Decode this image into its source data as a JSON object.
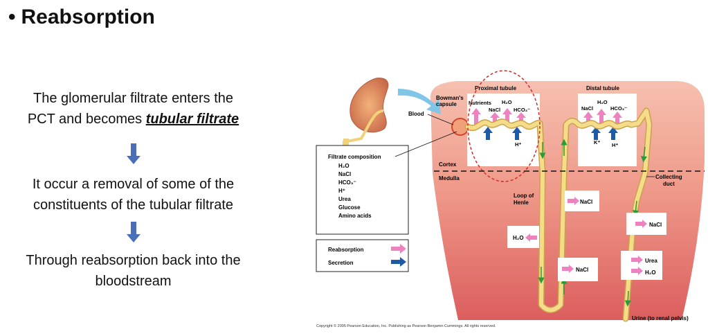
{
  "slide": {
    "title": "Reabsorption",
    "text1_line1": "The glomerular filtrate enters the",
    "text1_line2_prefix": "PCT and becomes ",
    "text1_emph": "tubular filtrate",
    "text2_line1": "It occur a removal of some of the",
    "text2_line2": "constituents of the tubular filtrate",
    "text3_line1": "Through reabsorption back into the",
    "text3_line2": "bloodstream"
  },
  "diagram": {
    "bowmans_capsule": "Bowman's",
    "bowmans_capsule_2": "capsule",
    "blood": "Blood",
    "proximal_tubule": "Proximal tubule",
    "distal_tubule": "Distal tubule",
    "cortex": "Cortex",
    "medulla": "Medulla",
    "loop_of_henle_1": "Loop of",
    "loop_of_henle_2": "Henle",
    "collecting_duct_1": "Collecting",
    "collecting_duct_2": "duct",
    "urine": "Urine (to renal pelvis)",
    "copyright": "Copyright © 2005 Pearson Education, Inc. Publishing as Pearson Benjamin Cummings. All rights reserved.",
    "pct_labels": {
      "nutrients": "Nutrients",
      "h2o": "H₂O",
      "nacl": "NaCl",
      "hco3": "HCO₃⁻",
      "h": "H⁺"
    },
    "dct_labels": {
      "nacl": "NaCl",
      "h2o": "H₂O",
      "hco3": "HCO₃⁻",
      "k": "K⁺",
      "h": "H⁺"
    },
    "filtrate_title": "Filtrate composition",
    "filtrate_items": [
      "H₂O",
      "NaCl",
      "HCO₃⁻",
      "H⁺",
      "Urea",
      "Glucose",
      "Amino acids"
    ],
    "legend": {
      "reabsorption": "Reabsorption",
      "secretion": "Secretion"
    },
    "loop_nacl_1": "NaCl",
    "loop_h2o": "H₂O",
    "loop_nacl_2": "NaCl",
    "duct_nacl": "NaCl",
    "duct_urea": "Urea",
    "duct_h2o": "H₂O",
    "colors": {
      "reabsorption": "#ee82c0",
      "secretion": "#1f5aa6",
      "tubule": "#f1d27a",
      "tissue": "#e46d6d"
    }
  }
}
